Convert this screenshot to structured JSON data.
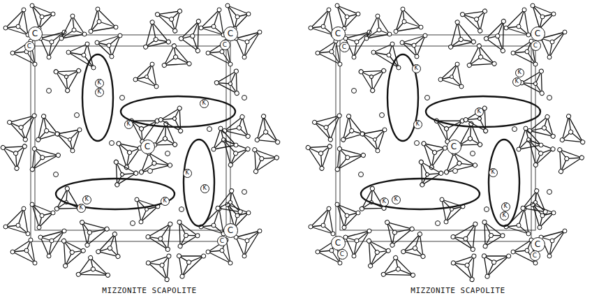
{
  "diagram": {
    "nodes": [
      {
        "text": [
          "C"
        ]
      },
      {
        "text": [
          "C"
        ]
      },
      {
        "text": [
          "C"
        ]
      },
      {
        "text": [
          "C"
        ]
      },
      {
        "text": [
          "C"
        ]
      },
      {
        "text": [
          "C"
        ]
      },
      {
        "text": [
          "C"
        ]
      },
      {
        "text": [
          "C"
        ]
      },
      {
        "text": [
          "K"
        ]
      },
      {
        "text": [
          "K"
        ]
      },
      {
        "text": [
          "K"
        ]
      },
      {
        "text": [
          "K"
        ]
      },
      {
        "text": [
          "K"
        ]
      },
      {
        "text": [
          "K"
        ]
      },
      {
        "text": [
          "K"
        ]
      },
      {
        "text": [
          "K"
        ]
      },
      {
        "text": [
          "K"
        ]
      },
      {
        "text": [
          "C"
        ]
      },
      {
        "text": [
          "C"
        ]
      },
      {
        "text": [
          "K"
        ]
      },
      {
        "text": [
          "K"
        ]
      },
      {
        "text": [
          "K"
        ]
      },
      {
        "text": [
          "K"
        ]
      },
      {
        "text": [
          "K"
        ]
      },
      {
        "text": [
          "K"
        ]
      },
      {
        "text": [
          "K"
        ]
      },
      {
        "text": [
          "K"
        ]
      },
      {
        "text": [
          "K"
        ]
      },
      {
        "text": [
          "K"
        ]
      },
      {
        "text": [
          "C"
        ]
      },
      {
        "text": [
          "C"
        ]
      },
      {
        "text": [
          "C"
        ]
      },
      {
        "text": [
          "C"
        ]
      },
      {
        "text": [
          "C"
        ]
      },
      {
        "text": [
          "C"
        ]
      }
    ],
    "labels": [
      "MIZZONITE SCAPOLITE",
      "MIZZONITE SCAPOLITE"
    ]
  }
}
